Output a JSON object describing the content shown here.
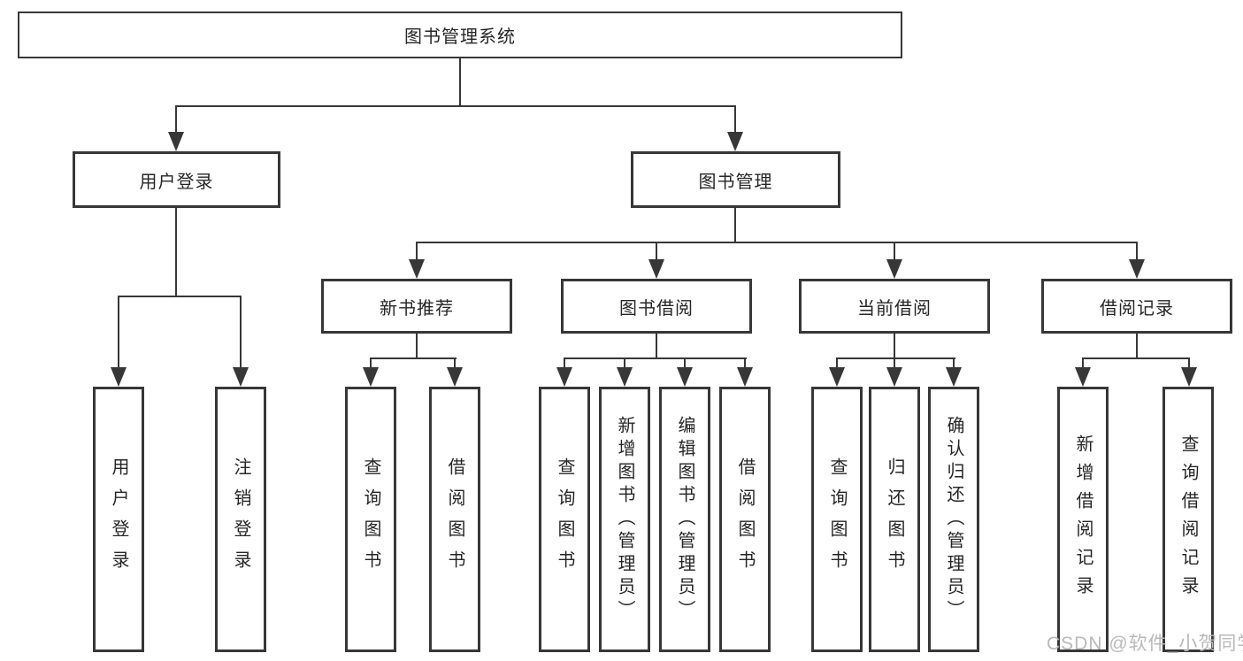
{
  "diagram": {
    "title": "图书管理系统",
    "root": {
      "label": "图书管理系统"
    },
    "level2": [
      {
        "label": "用户登录"
      },
      {
        "label": "图书管理"
      }
    ],
    "level3": [
      {
        "label": "新书推荐",
        "parent": "图书管理"
      },
      {
        "label": "图书借阅",
        "parent": "图书管理"
      },
      {
        "label": "当前借阅",
        "parent": "图书管理"
      },
      {
        "label": "借阅记录",
        "parent": "图书管理"
      }
    ],
    "leaves": [
      {
        "label": "用户登录",
        "parent": "用户登录"
      },
      {
        "label": "注销登录",
        "parent": "用户登录"
      },
      {
        "label": "查询图书",
        "parent": "新书推荐"
      },
      {
        "label": "借阅图书",
        "parent": "新书推荐"
      },
      {
        "label": "查询图书",
        "parent": "图书借阅"
      },
      {
        "label": "新增图书（管理员）",
        "parent": "图书借阅"
      },
      {
        "label": "编辑图书（管理员）",
        "parent": "图书借阅"
      },
      {
        "label": "借阅图书",
        "parent": "图书借阅"
      },
      {
        "label": "查询图书",
        "parent": "当前借阅"
      },
      {
        "label": "归还图书",
        "parent": "当前借阅"
      },
      {
        "label": "确认归还（管理员）",
        "parent": "当前借阅"
      },
      {
        "label": "新增借阅记录",
        "parent": "借阅记录"
      },
      {
        "label": "查询借阅记录",
        "parent": "借阅记录"
      }
    ],
    "colors": {
      "line": "#373737",
      "text": "#262626",
      "watermark": "#b9b9b9",
      "background": "#ffffff"
    },
    "watermark": "CSDN @软件_小贺同学"
  }
}
